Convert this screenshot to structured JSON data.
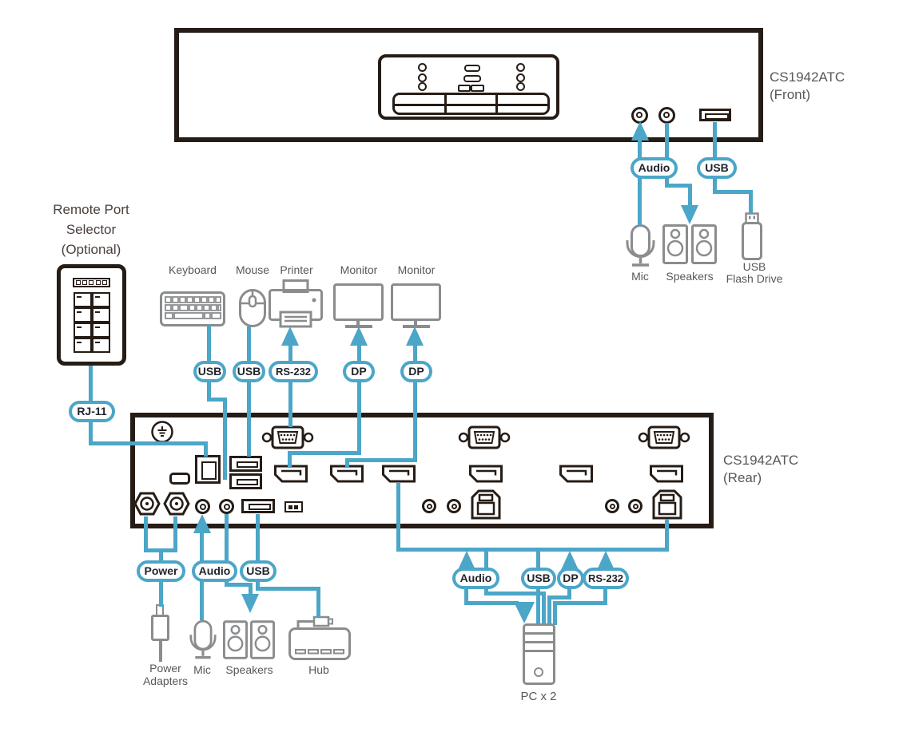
{
  "colors": {
    "line_blue": "#4ba6c8",
    "outline_dark": "#261c16",
    "device_gray": "#8a8c8e",
    "label_gray": "#595757",
    "pill_text": "#20242c",
    "bg": "#ffffff"
  },
  "front": {
    "model": "CS1942ATC",
    "panel": "(Front)"
  },
  "rear": {
    "model": "CS1942ATC",
    "panel": "(Rear)"
  },
  "remote_selector": {
    "line1": "Remote Port",
    "line2": "Selector",
    "line3": "(Optional)"
  },
  "cables": {
    "front_audio": "Audio",
    "front_usb": "USB",
    "rj11": "RJ-11",
    "keyboard_usb": "USB",
    "mouse_usb": "USB",
    "printer_rs232": "RS-232",
    "monitor1_dp": "DP",
    "monitor2_dp": "DP",
    "power": "Power",
    "console_audio": "Audio",
    "console_usb": "USB",
    "pc_audio": "Audio",
    "pc_usb": "USB",
    "pc_dp": "DP",
    "pc_rs232": "RS-232"
  },
  "peripherals": {
    "keyboard": "Keyboard",
    "mouse": "Mouse",
    "printer": "Printer",
    "monitor1": "Monitor",
    "monitor2": "Monitor"
  },
  "front_devices": {
    "mic": "Mic",
    "speakers": "Speakers",
    "flash_line1": "USB",
    "flash_line2": "Flash Drive"
  },
  "console_devices": {
    "power_line1": "Power",
    "power_line2": "Adapters",
    "mic": "Mic",
    "speakers": "Speakers",
    "hub": "Hub"
  },
  "pc": {
    "label": "PC x 2"
  }
}
